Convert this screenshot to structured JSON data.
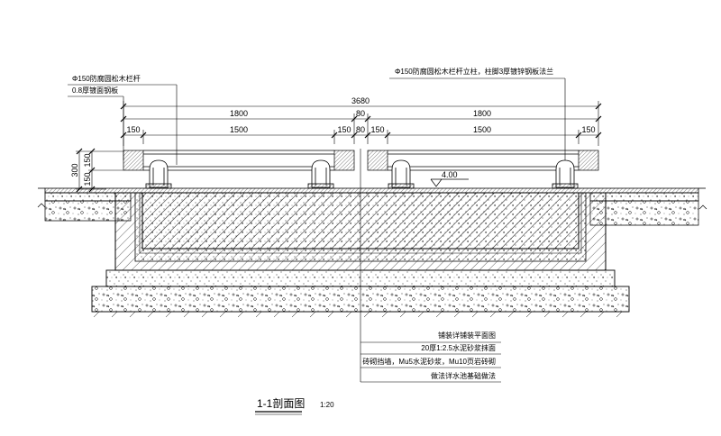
{
  "title": "1-1剖面图",
  "scale": "1:20",
  "callouts": {
    "rail": "Φ150防腐圆松木栏杆",
    "plate": "0.8厚镀面钢板",
    "post": "Φ150防腐圆松木栏杆立柱，柱脚3厚镀锌钢板法兰"
  },
  "dimensions": {
    "total": "3680",
    "bay_left": "1800",
    "gap": "80",
    "bay_right": "1800",
    "seg_150_a": "150",
    "seg_1500_left": "1500",
    "seg_150_b": "150",
    "seg_80": "80",
    "seg_150_c": "150",
    "seg_1500_right": "1500",
    "seg_150_d": "150",
    "height_total": "300",
    "height_top": "150",
    "height_bottom": "150"
  },
  "level": "4.00",
  "notes": [
    "铺装详铺装平面图",
    "20厚1:2.5水泥砂浆抹面",
    "砖砌挡墙，Mu5水泥砂浆，Mu10页岩砖砌",
    "做法详水池基础做法"
  ],
  "colors": {
    "line": "#000000",
    "fill": "#ffffff"
  }
}
